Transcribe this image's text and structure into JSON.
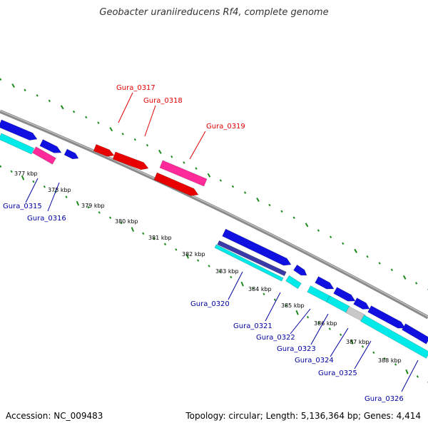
{
  "title": "Geobacter uraniireducens Rf4, complete genome",
  "footer": {
    "accession": "Accession: NC_009483",
    "stats": "Topology: circular; Length: 5,136,364 bp; Genes: 4,414"
  },
  "colors": {
    "backbone": "#8a8a8a",
    "gc_dots": "#1e8a1e",
    "forward_label": "#e00000",
    "reverse_label": "#0000a0",
    "blue_gene": "#1010e0",
    "red_gene": "#e80000",
    "pink_gene": "#ff2a9a",
    "cyan_gene": "#00eaea",
    "gray_gene": "#c8c8c8",
    "navy_gene": "#3a3aa8"
  },
  "kbp_ticks": [
    "377 kbp",
    "378 kbp",
    "379 kbp",
    "380 kbp",
    "381 kbp",
    "382 kbp",
    "383 kbp",
    "384 kbp",
    "385 kbp",
    "386 kbp",
    "387 kbp",
    "388 kbp"
  ],
  "gene_labels": {
    "forward": [
      "Gura_0317",
      "Gura_0318",
      "Gura_0319"
    ],
    "reverse": [
      "Gura_0315",
      "Gura_0316",
      "Gura_0320",
      "Gura_0321",
      "Gura_0322",
      "Gura_0323",
      "Gura_0324",
      "Gura_0325",
      "Gura_0326"
    ]
  }
}
